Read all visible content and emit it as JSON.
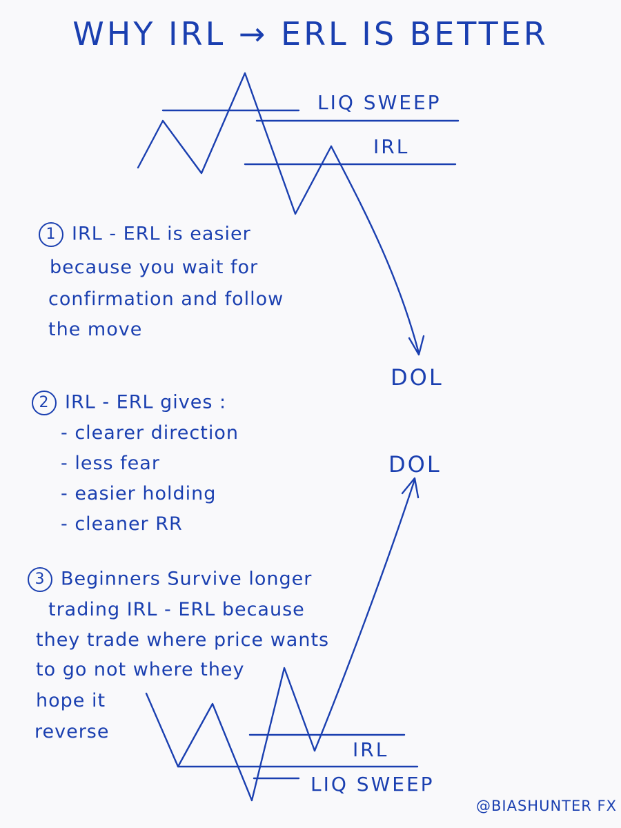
{
  "title": "WHY IRL → ERL IS BETTER",
  "top_diagram": {
    "liq_sweep_label": "LIQ SWEEP",
    "irl_label": "IRL",
    "dol_label": "DOL"
  },
  "point1": {
    "number": "1",
    "lines": [
      "IRL - ERL is easier",
      "because you wait for",
      "confirmation and follow",
      "the move"
    ]
  },
  "point2": {
    "number": "2",
    "heading": "IRL - ERL gives :",
    "bullets": [
      "- clearer direction",
      "- less fear",
      "- easier holding",
      "- cleaner RR"
    ]
  },
  "point3": {
    "number": "3",
    "lines": [
      "Beginners Survive longer",
      "trading IRL - ERL because",
      "they trade where price wants",
      "to go not where they",
      "hope it",
      "reverse"
    ]
  },
  "bottom_diagram": {
    "dol_label": "DOL",
    "irl_label": "IRL",
    "liq_sweep_label": "LIQ SWEEP"
  },
  "handle": "@BIASHUNTER FX",
  "colors": {
    "ink": "#1a3fb0",
    "paper": "#f9f9fb"
  }
}
